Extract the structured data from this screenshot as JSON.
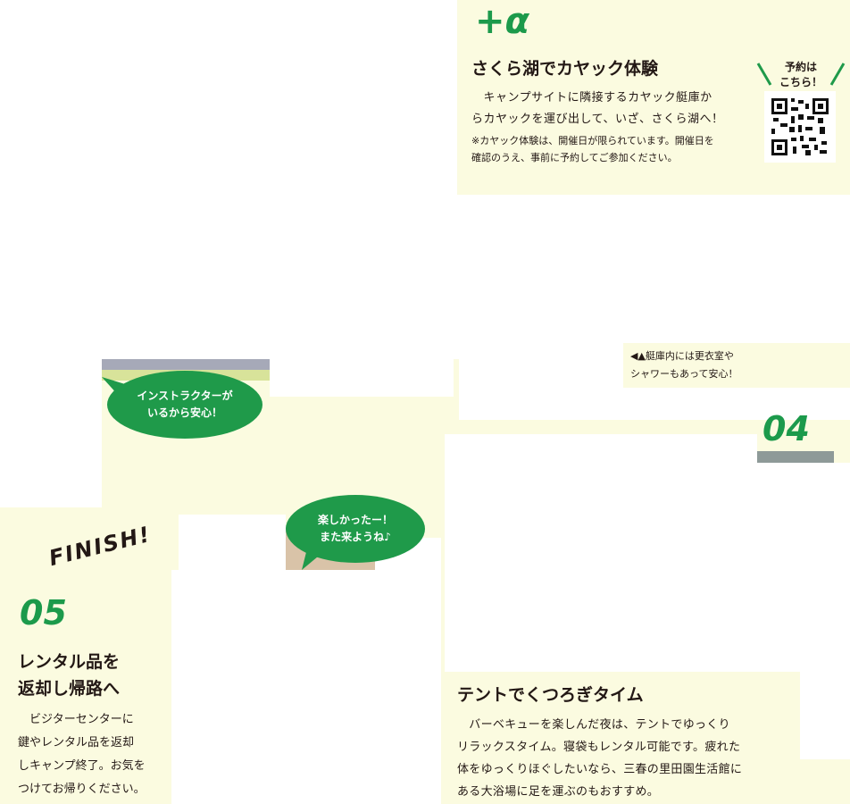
{
  "plus_alpha": {
    "badge": "+α",
    "title": "さくら湖でカヤック体験",
    "body_line1": "　キャンプサイトに隣接するカヤック艇庫か",
    "body_line2": "らカヤックを運び出して、いざ、さくら湖へ！",
    "note_line1": "※カヤック体験は、開催日が限られています。開催日を",
    "note_line2": "確認のうえ、事前に予約してご参加ください。",
    "qr_label_line1": "予約は",
    "qr_label_line2": "こちら！",
    "caption_line1": "◀▲艇庫内には更衣室や",
    "caption_line2": "シャワーもあって安心！"
  },
  "bubbles": {
    "instructor_line1": "インストラクターが",
    "instructor_line2": "いるから安心！",
    "fun_line1": "楽しかったー！",
    "fun_line2": "また来ようね♪"
  },
  "step04": {
    "number": "04",
    "title": "テントでくつろぎタイム",
    "body_lines": [
      "　バーベキューを楽しんだ夜は、テントでゆっくり",
      "リラックスタイム。寝袋もレンタル可能です。疲れた",
      "体をゆっくりほぐしたいなら、三春の里田園生活館に",
      "ある大浴場に足を運ぶのもおすすめ。"
    ]
  },
  "step05": {
    "finish": "FINISH!",
    "number": "05",
    "title_line1": "レンタル品を",
    "title_line2": "返却し帰路へ",
    "body_lines": [
      "　ビジターセンターに",
      "鍵やレンタル品を返却",
      "しキャンプ終了。お気を",
      "つけてお帰りください。"
    ]
  },
  "colors": {
    "accent_green": "#1f9a4a",
    "cream_bg": "#fbfbe0",
    "text": "#231815"
  }
}
